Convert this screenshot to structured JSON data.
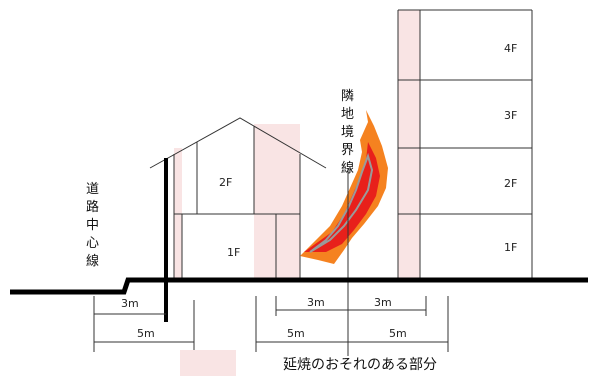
{
  "diagram": {
    "road_center_label": "道路中心線",
    "boundary_label": "隣地境界線",
    "legend_label": "延焼のおそれのある部分",
    "house_floors": [
      "2F",
      "1F"
    ],
    "tower_floors": [
      "4F",
      "3F",
      "2F",
      "1F"
    ],
    "dims": {
      "road_3m": "3m",
      "road_5m": "5m",
      "boundary_left_3m": "3m",
      "boundary_right_3m": "3m",
      "boundary_left_5m": "5m",
      "boundary_right_5m": "5m"
    },
    "colors": {
      "risk_zone": "#f9e4e4",
      "flame_outer": "#f58220",
      "flame_inner": "#e8201b",
      "ground": "#000000"
    }
  }
}
